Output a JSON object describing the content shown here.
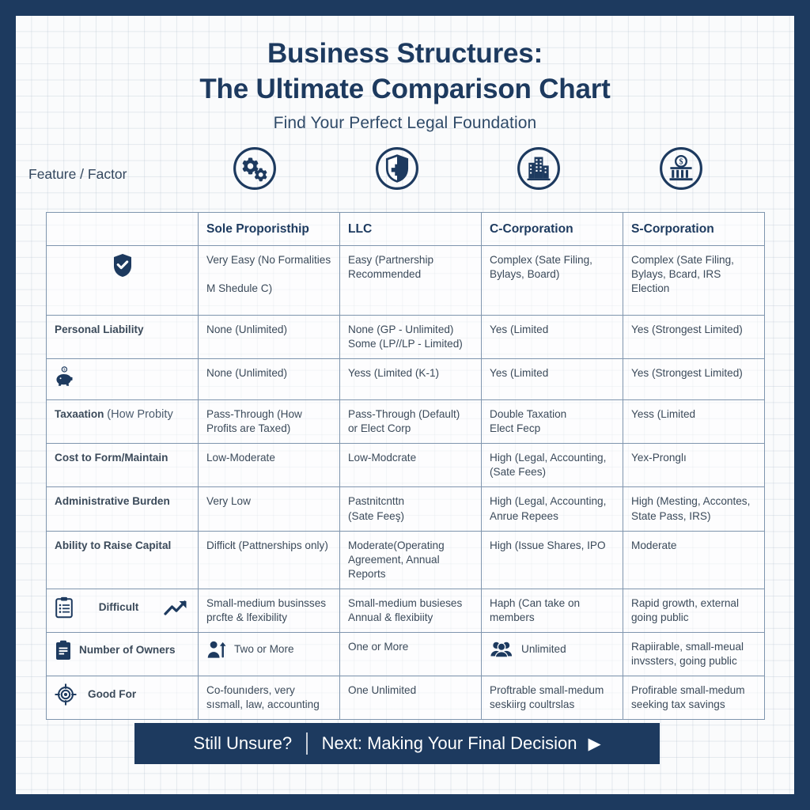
{
  "theme": {
    "frame_color": "#1d3a5f",
    "accent_color": "#1d3a5f",
    "paper_color": "#fafbfc",
    "grid_line_color": "#b0becd",
    "table_border_color": "#7f95ae",
    "body_text_color": "#3b4a5a"
  },
  "header": {
    "title_line1": "Business Structures:",
    "title_line2": "The Ultimate Comparison Chart",
    "subtitle": "Find Your Perfect Legal Foundation",
    "feature_caption": "Feature / Factor",
    "icons": [
      {
        "name": "gears-icon",
        "column": "Sole Proporisthip"
      },
      {
        "name": "shield-icon",
        "column": "LLC"
      },
      {
        "name": "office-buildings-icon",
        "column": "C-Corporation"
      },
      {
        "name": "bank-dollar-icon",
        "column": "S-Corporation"
      }
    ]
  },
  "table": {
    "columns": [
      "",
      "Sole Proporisthip",
      "LLC",
      "C-Corporation",
      "S-Corporation"
    ],
    "rows": [
      {
        "label": "",
        "label_icon": "shield-check-icon",
        "cells": [
          "Very Easy (No Formalities\n\nM Shedule C)",
          "Easy (Partnership\nRecommended",
          "Complex (Sate Filing,\nBylays, Board)",
          "Complex (Sate Filing,\nBylays, Bcard, IRS Election"
        ]
      },
      {
        "label": "Personal Liability",
        "label_icon": "",
        "cells": [
          "None (Unlimited)",
          "None (GP - Unlimited)\nSome (LP//LP - Limited)",
          "Yes (Limited",
          "Yes (Strongest Limited)"
        ]
      },
      {
        "label": "",
        "label_icon": "piggy-bank-icon",
        "cells": [
          "None (Unlimited)",
          "Yess (Limited (K-1)",
          "Yes (Limited",
          "Yes (Strongest Limited)"
        ]
      },
      {
        "label": "Taxaation",
        "label_suffix": "(How Probity",
        "label_icon": "",
        "cells": [
          "Pass-Through (How\nProfits are Taxed)",
          "Pass-Through (Default)\nor Elect Corp",
          "Double Taxation\nElect Fecp",
          "Yess (Limited"
        ]
      },
      {
        "label": "Cost to Form/Maintain",
        "label_icon": "",
        "cells": [
          "Low-Moderate",
          "Low-Modcrate",
          "High (Legal, Accounting,\n(Sate Fees)",
          "Yex-Pronglı"
        ]
      },
      {
        "label": "Administrative Burden",
        "label_icon": "",
        "cells": [
          "Very Low",
          "Pastnitcnttn\n(Sate Feeş)",
          "High (Legal, Accounting,\nAnrue Repees",
          "High (Mesting, Accontes,\nState Pass, IRS)"
        ]
      },
      {
        "label": "Ability to Raise Capital",
        "label_icon": "",
        "cells": [
          "Difficłt (Pattnerships only)",
          "Moderate(Operating\nAgreement, Annual Reports",
          "High (Issue Shares, IPO",
          "Moderate"
        ]
      },
      {
        "label": "Difficult",
        "label_icon": "clipboard-list-icon",
        "label_icon_right": "trend-up-icon",
        "cells": [
          "Small-medium businsses\nprcfte & lfexibility",
          "Small-medium busieses\nAnnual & flexibiity",
          "Haph (Can take on\nmembers",
          "Rapid growth, external\n going public"
        ]
      },
      {
        "label": "Number of Owners",
        "label_icon": "clipboard-filled-icon",
        "cells": [
          "Two or More",
          "One or More",
          "Unlimited",
          "Rapiirable, small-meual\ninvssters, going public"
        ],
        "cell_icons": [
          "person-up-icon",
          "",
          "people-group-icon",
          ""
        ]
      },
      {
        "label": "Good For",
        "label_icon": "target-icon",
        "cells": [
          "Co-founıders, very\nsısmall, law, accounting",
          "One          Unlimited",
          "Proftrable small-medum\nseskiirg coultrslas",
          "Profirable small-medum\nseeking tax savings"
        ]
      }
    ]
  },
  "footer": {
    "prompt": "Still Unsure?",
    "next_label": "Next: Making Your Final Decision",
    "arrow": "▶"
  }
}
